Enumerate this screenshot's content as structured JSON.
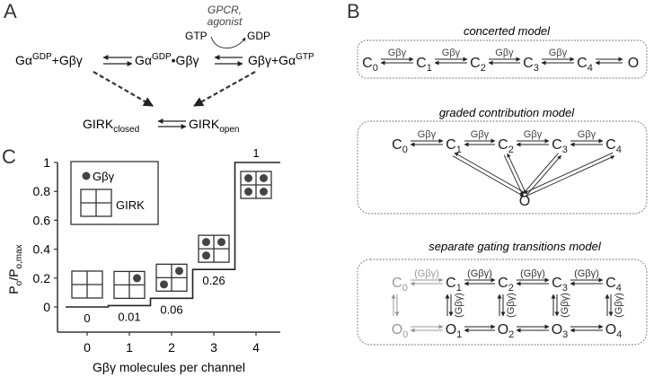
{
  "panelA": {
    "label": "A",
    "catalyst": [
      "GPCR,",
      "agonist"
    ],
    "gtp": "GTP",
    "gdp": "GDP",
    "left": {
      "base": "Gα",
      "sup": "GDP",
      "tail": "+Gβγ"
    },
    "middle": {
      "base": "Gα",
      "sup": "GDP",
      "tail": "•Gβγ"
    },
    "right": {
      "head": "Gβγ+Gα",
      "sup": "GTP"
    },
    "closed": {
      "base": "GIRK",
      "sub": "closed"
    },
    "open": {
      "base": "GIRK",
      "sub": "open"
    }
  },
  "panelB": {
    "label": "B",
    "edge_label": "Gβγ",
    "edge_label_paren": "(Gβγ)",
    "concerted": {
      "title": "concerted model",
      "states": [
        "C0",
        "C1",
        "C2",
        "C3",
        "C4",
        "O"
      ]
    },
    "graded": {
      "title": "graded contribution model",
      "states": [
        "C0",
        "C1",
        "C2",
        "C3",
        "C4",
        "O"
      ]
    },
    "separate": {
      "title": "separate gating transitions model",
      "closed": [
        "C0",
        "C1",
        "C2",
        "C3",
        "C4"
      ],
      "open": [
        "O0",
        "O1",
        "O2",
        "O3",
        "O4"
      ]
    }
  },
  "chart_data": {
    "type": "line",
    "panel_label": "C",
    "title": "",
    "xlabel": "Gβγ molecules per channel",
    "ylabel": "Po/Po,max",
    "ylabel_parts": {
      "p": "P",
      "o": "o",
      "slash": "/P",
      "omax": "o,max"
    },
    "x": [
      0,
      1,
      2,
      3,
      4
    ],
    "x_ticks": [
      "0",
      "1",
      "2",
      "3",
      "4"
    ],
    "y_ticks": [
      "0",
      "0.2",
      "0.4",
      "0.6",
      "0.8",
      "1"
    ],
    "ylim": [
      -0.2,
      1
    ],
    "xlim": [
      -0.7,
      4.5
    ],
    "values": [
      0,
      0.01,
      0.06,
      0.26,
      1
    ],
    "value_labels": [
      "0",
      "0.01",
      "0.06",
      "0.26",
      "1"
    ],
    "step": true,
    "legend": {
      "dot_label": "Gβγ",
      "channel_label": "GIRK",
      "placement": "top-left"
    },
    "bound_subunits": [
      0,
      1,
      2,
      3,
      4
    ]
  }
}
